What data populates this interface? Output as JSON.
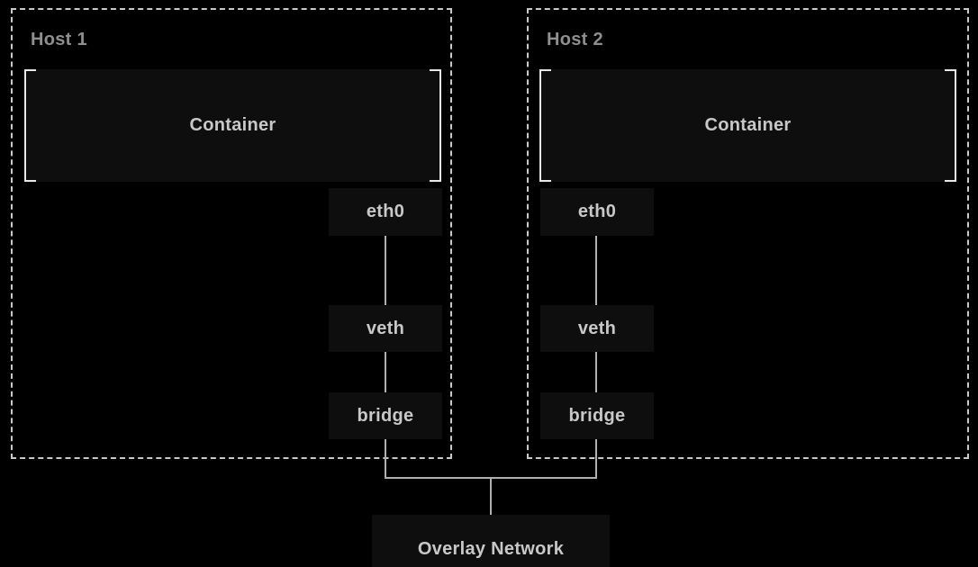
{
  "page": {
    "title": "Overlay network topology diagram"
  },
  "colors": {
    "canvas_bg": "#000000",
    "node_fill": "#0e0e0e",
    "node_text": "#c8c8c8",
    "host_border": "#c9c9c9",
    "host_label_text": "#8f8f8f",
    "bracket": "#e8e8e8",
    "line": "#b0b0b0"
  },
  "diagram": {
    "hosts": [
      {
        "label": "Host 1",
        "container": {
          "label": "Container"
        },
        "nodes": [
          {
            "label": "eth0"
          },
          {
            "label": "veth"
          },
          {
            "label": "bridge"
          }
        ]
      },
      {
        "label": "Host 2",
        "container": {
          "label": "Container"
        },
        "nodes": [
          {
            "label": "eth0"
          },
          {
            "label": "veth"
          },
          {
            "label": "bridge"
          }
        ]
      }
    ],
    "overlay": {
      "label": "Overlay Network"
    },
    "connections": [
      {
        "from": "host1.eth0",
        "to": "host1.veth"
      },
      {
        "from": "host1.veth",
        "to": "host1.bridge"
      },
      {
        "from": "host1.bridge",
        "to": "overlay-network"
      },
      {
        "from": "host2.eth0",
        "to": "host2.veth"
      },
      {
        "from": "host2.veth",
        "to": "host2.bridge"
      },
      {
        "from": "host2.bridge",
        "to": "overlay-network"
      }
    ]
  }
}
